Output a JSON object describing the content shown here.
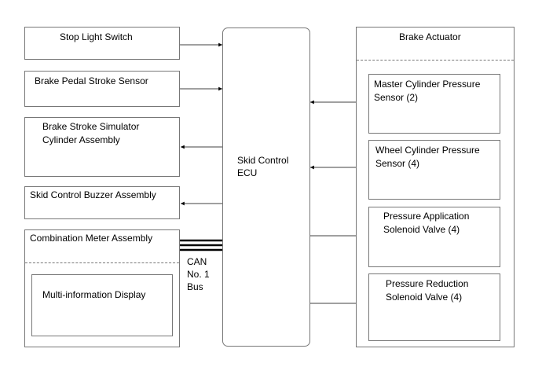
{
  "left": {
    "stop_light_switch": "Stop Light Switch",
    "brake_pedal_stroke_sensor": "Brake Pedal Stroke Sensor",
    "brake_stroke_simulator": "Brake Stroke Simulator\nCylinder Assembly",
    "skid_control_buzzer": "Skid Control Buzzer Assembly",
    "combination_meter": "Combination Meter Assembly",
    "multi_information_display": "Multi-information Display"
  },
  "center": {
    "ecu": "Skid Control\nECU",
    "can_bus": "CAN\nNo. 1\nBus"
  },
  "right": {
    "brake_actuator": "Brake Actuator",
    "master_cylinder_sensor": "Master Cylinder Pressure\nSensor (2)",
    "wheel_cylinder_sensor": "Wheel Cylinder Pressure\nSensor (4)",
    "pressure_application_valve": "Pressure Application\nSolenoid Valve (4)",
    "pressure_reduction_valve": "Pressure Reduction\nSolenoid Valve (4)"
  }
}
